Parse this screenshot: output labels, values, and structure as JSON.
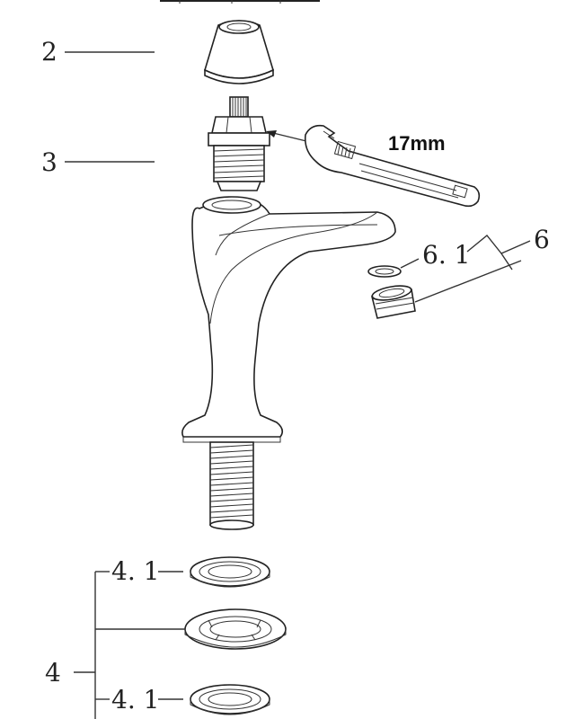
{
  "labels": {
    "part_2": "2",
    "part_3": "3",
    "part_4": "4",
    "part_4_1_top": "4. 1",
    "part_4_1_bottom": "4. 1",
    "part_6": "6",
    "part_6_1": "6. 1",
    "wrench_size": "17mm"
  },
  "colors": {
    "ink": "#222222",
    "background": "#ffffff"
  }
}
